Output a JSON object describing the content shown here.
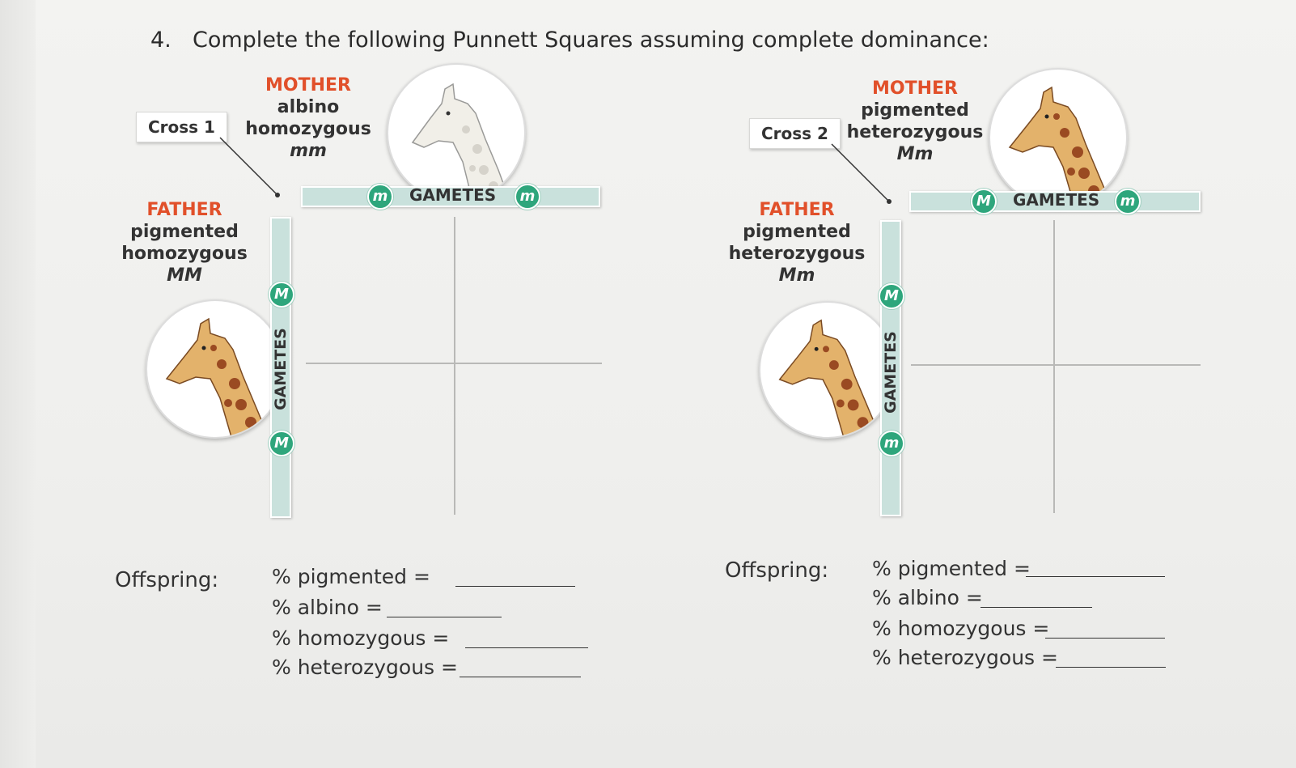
{
  "question": {
    "number": "4.",
    "text": "Complete the following Punnett Squares assuming complete dominance:"
  },
  "cross1": {
    "label": "Cross 1",
    "mother": {
      "role": "MOTHER",
      "phenotype": "albino",
      "zygosity": "homozygous",
      "genotype": "mm"
    },
    "father": {
      "role": "FATHER",
      "phenotype": "pigmented",
      "zygosity": "homozygous",
      "genotype": "MM"
    },
    "gametes_label": "GAMETES",
    "mother_gametes": [
      "m",
      "m"
    ],
    "father_gametes": [
      "M",
      "M"
    ],
    "offspring_label": "Offspring:",
    "stats": [
      "% pigmented =",
      "% albino =",
      "% homozygous =",
      "% heterozygous ="
    ]
  },
  "cross2": {
    "label": "Cross 2",
    "mother": {
      "role": "MOTHER",
      "phenotype": "pigmented",
      "zygosity": "heterozygous",
      "genotype": "Mm"
    },
    "father": {
      "role": "FATHER",
      "phenotype": "pigmented",
      "zygosity": "heterozygous",
      "genotype": "Mm"
    },
    "gametes_label": "GAMETES",
    "mother_gametes": [
      "M",
      "m"
    ],
    "father_gametes": [
      "M",
      "m"
    ],
    "offspring_label": "Offspring:",
    "stats": [
      "% pigmented =",
      "% albino =",
      "% homozygous =",
      "% heterozygous ="
    ]
  },
  "colors": {
    "role_label": "#e1502a",
    "allele_badge": "#2ea67c",
    "gamete_bar": "#c9e1dc",
    "giraffe_spot": "#9a4a22"
  },
  "icons": [
    "albino-giraffe-icon",
    "pigmented-giraffe-icon"
  ]
}
